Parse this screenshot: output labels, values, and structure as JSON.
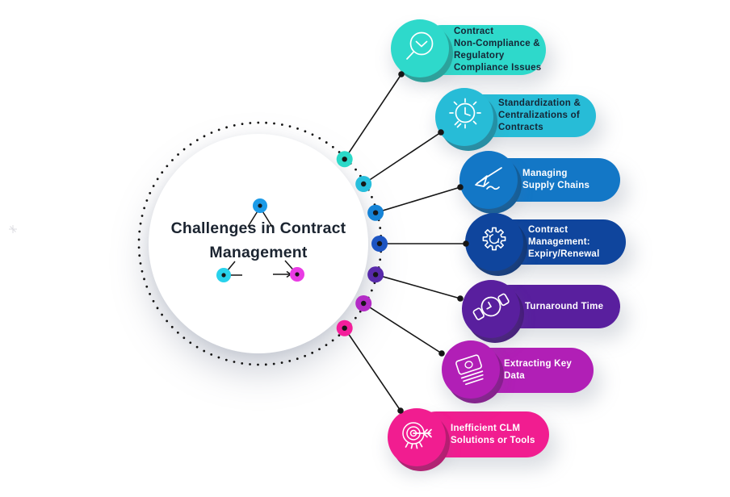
{
  "center": {
    "title": "Challenges in Contract\nManagement"
  },
  "items": [
    {
      "label": "Contract\nNon-Compliance &\nRegulatory\nCompliance Issues",
      "color": "#2ED9CB",
      "node_color": "#2BD9C8",
      "text_color": "#152636",
      "icon": "magnifier-clock-icon"
    },
    {
      "label": "Standardization &\nCentralizations of\nContracts",
      "color": "#27BCD7",
      "node_color": "#27BEDC",
      "text_color": "#152636",
      "icon": "idea-bulb-icon"
    },
    {
      "label": "Managing\nSupply Chains",
      "color": "#1377C6",
      "node_color": "#1583D6",
      "text_color": "#FFFFFF",
      "icon": "paper-plane-icon"
    },
    {
      "label": "Contract\nManagement:\nExpiry/Renewal",
      "color": "#0F459D",
      "node_color": "#1C54C2",
      "text_color": "#FFFFFF",
      "icon": "gear-icon"
    },
    {
      "label": "Turnaround Time",
      "color": "#591F9E",
      "node_color": "#5829AA",
      "text_color": "#FFFFFF",
      "icon": "wristwatch-icon"
    },
    {
      "label": "Extracting Key\nData",
      "color": "#B11FB6",
      "node_color": "#B32BC6",
      "text_color": "#FFFFFF",
      "icon": "document-stack-icon"
    },
    {
      "label": "Inefficient CLM\nSolutions or Tools",
      "color": "#F11D90",
      "node_color": "#F41E9B",
      "text_color": "#FFFFFF",
      "icon": "target-arrow-icon"
    }
  ],
  "pins": {
    "top": "#1C9BE8",
    "left": "#28D2EC",
    "right": "#E93BE4"
  },
  "line_color": "#161616"
}
